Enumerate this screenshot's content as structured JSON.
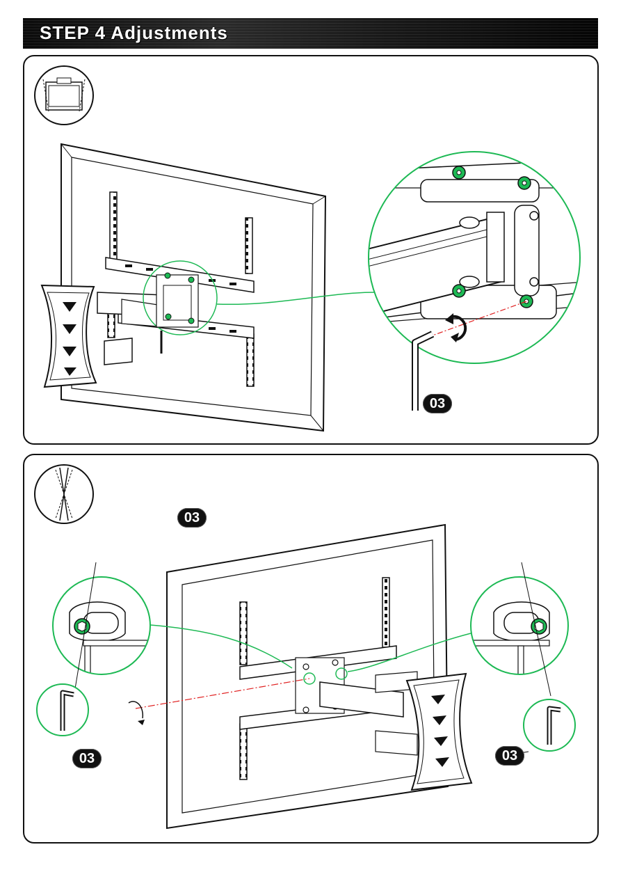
{
  "header": {
    "title": "STEP 4 Adjustments"
  },
  "badges": {
    "panel1_key": "03",
    "panel2_top": "03",
    "panel2_left": "03",
    "panel2_right": "03"
  },
  "colors": {
    "accent_green": "#1db954",
    "guide_red": "#e02020",
    "ink": "#111111"
  },
  "icons": [
    "tilt-adjust-icon",
    "level-adjust-icon",
    "hex-key-icon",
    "rotate-arrow-icon"
  ]
}
